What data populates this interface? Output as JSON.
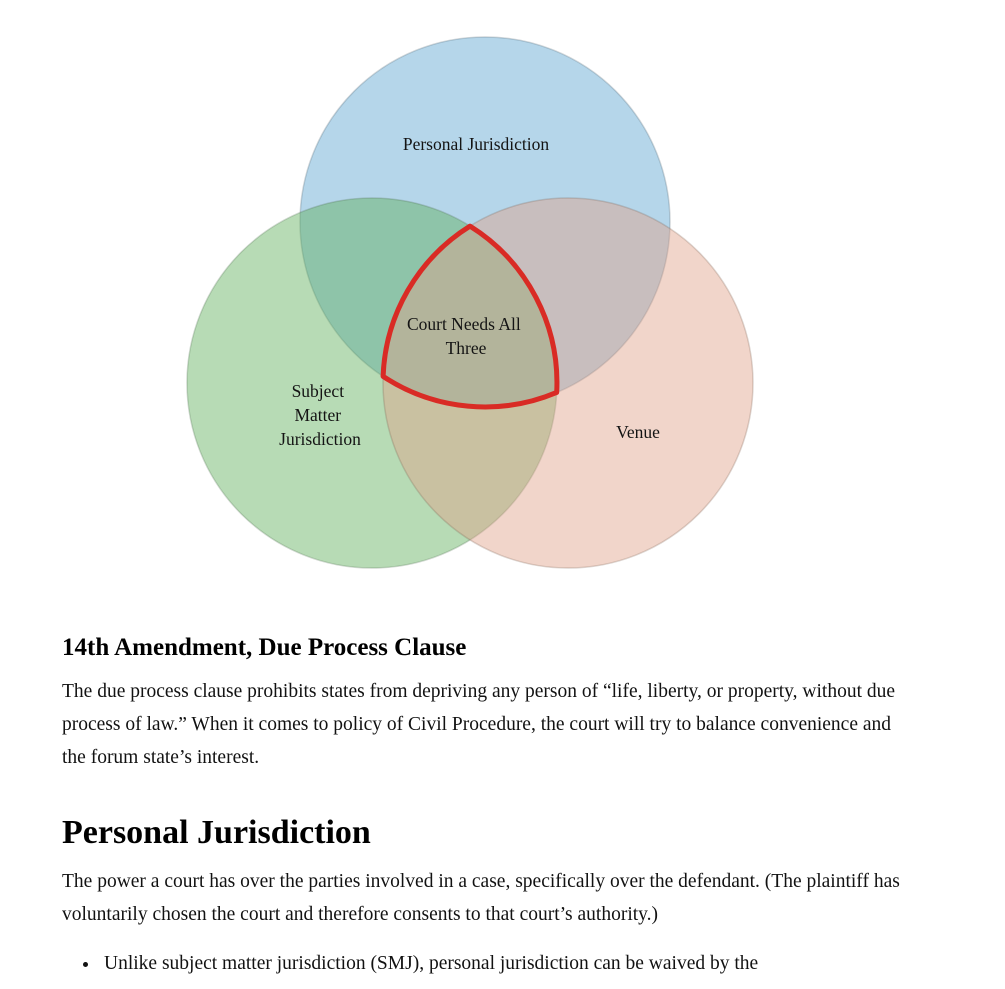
{
  "venn": {
    "top": {
      "label": "Personal Jurisdiction",
      "color": "#5ba3d0"
    },
    "left": {
      "label_lines": [
        "Subject",
        "Matter",
        "Jurisdiction"
      ],
      "color": "#5faf5c"
    },
    "right": {
      "label": "Venue",
      "color": "#dfa18a"
    },
    "center": {
      "label_lines": [
        "Court Needs All",
        "Three"
      ],
      "outline_color": "#d92b25"
    }
  },
  "content": {
    "section1": {
      "heading": "14th Amendment, Due Process Clause",
      "body": "The due process clause prohibits states from depriving any person of “life, liberty, or property, without due process of law.” When it comes to policy of Civil Procedure, the court will try to balance convenience and the forum state’s interest."
    },
    "section2": {
      "heading": "Personal Jurisdiction",
      "body": "The power a court has over the parties involved in a case, specifically over the defendant. (The plaintiff has voluntarily chosen the court and therefore consents to that court’s authority.)",
      "bullets": [
        "Unlike subject matter jurisdiction (SMJ), personal jurisdiction can be waived by the"
      ]
    }
  }
}
